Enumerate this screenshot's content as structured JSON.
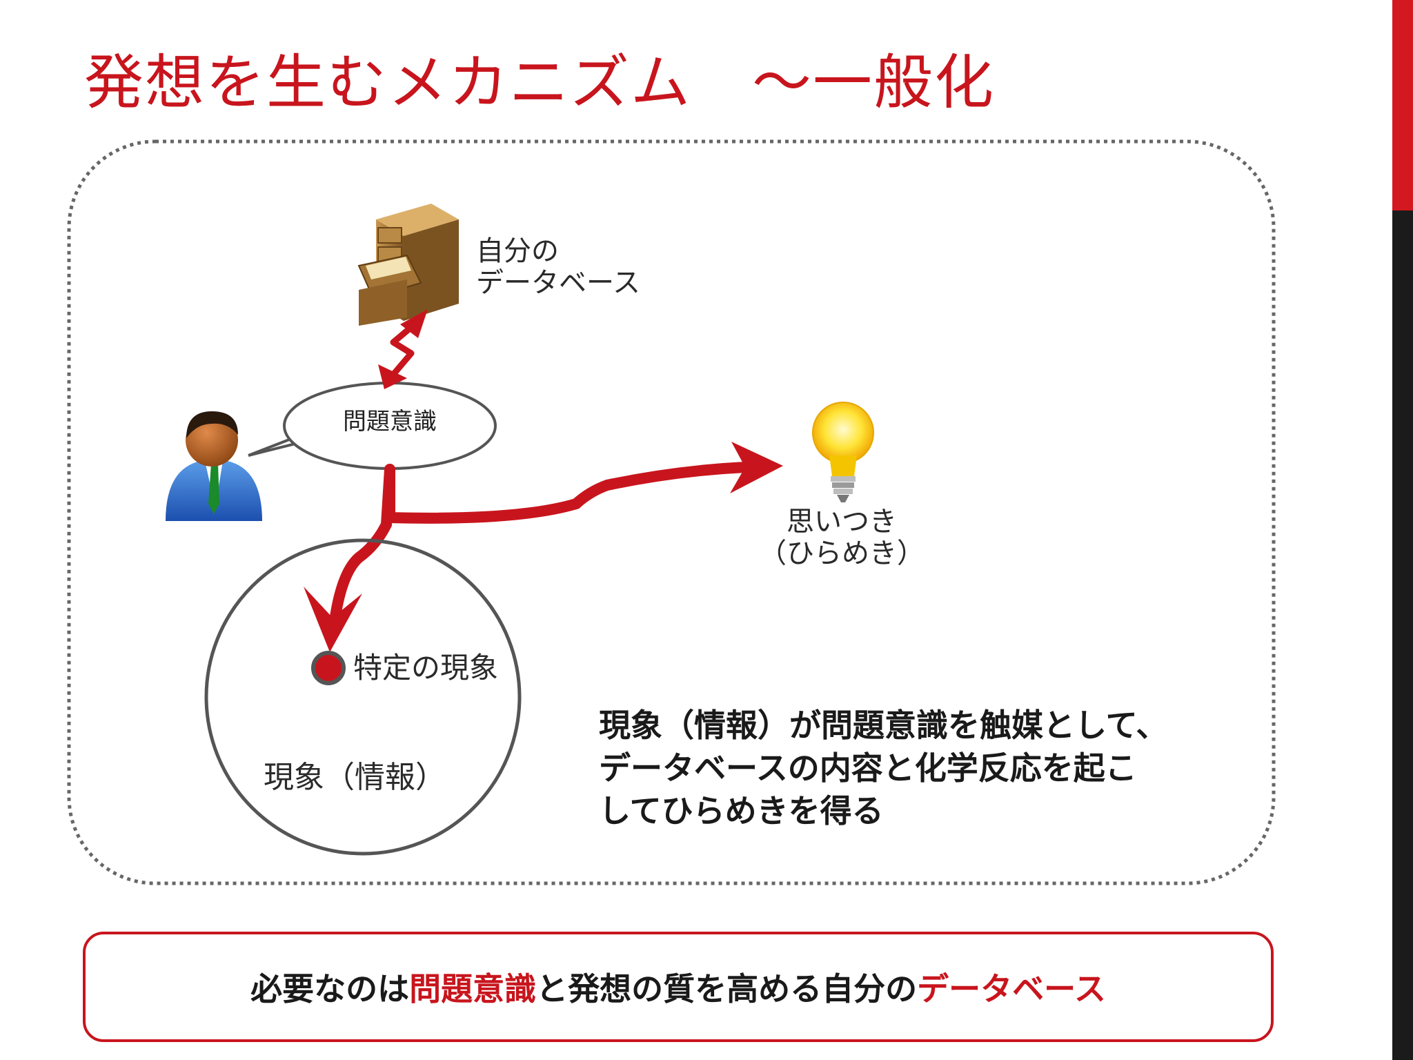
{
  "title": "発想を生むメカニズム　〜一般化",
  "diagram": {
    "database_label_line1": "自分の",
    "database_label_line2": "データベース",
    "bubble_label": "問題意識",
    "idea_label_line1": "思いつき",
    "idea_label_line2": "（ひらめき）",
    "specific_phenomenon_label": "特定の現象",
    "phenomenon_label": "現象（情報）"
  },
  "statement": {
    "line1": "現象（情報）が問題意識を触媒として、",
    "line2": "データベースの内容と化学反応を起こ",
    "line3": "してひらめきを得る"
  },
  "summary": {
    "part1": "必要なのは",
    "part2": "問題意識",
    "part3": "と発想の質を高める自分の",
    "part4": "データベース"
  },
  "colors": {
    "accent": "#c8151d",
    "arrow": "#c8151d",
    "sidebar_dark": "#1b1b1b",
    "sidebar_red": "#d41820"
  },
  "icons": {
    "database": "filing-cabinet-icon",
    "person": "business-person-icon",
    "idea": "light-bulb-icon"
  }
}
